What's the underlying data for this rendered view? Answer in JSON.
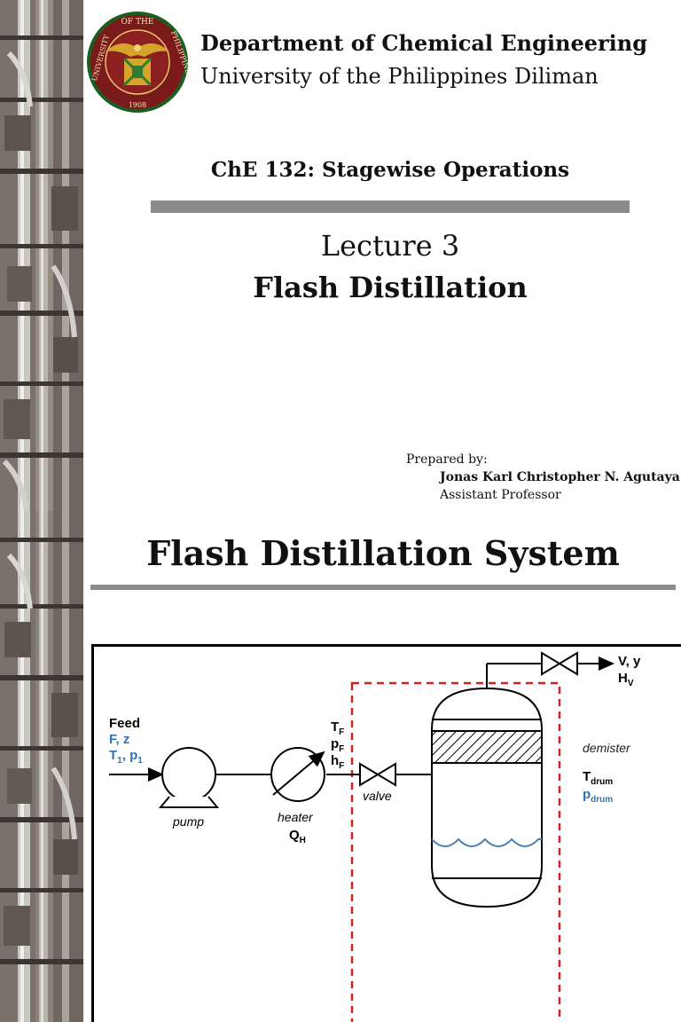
{
  "title_slide": {
    "seal_text_top": "OF THE",
    "seal_text_left": "UNIVERSITY",
    "seal_text_right": "PHILIPPINES",
    "seal_year": "1908",
    "department": "Department of Chemical Engineering",
    "university": "University of the Philippines Diliman",
    "course": "ChE 132: Stagewise Operations",
    "lecture_number": "Lecture 3",
    "lecture_title": "Flash Distillation",
    "prepared_label": "Prepared by:",
    "author": "Jonas Karl Christopher N. Agutaya",
    "author_title": "Assistant Professor"
  },
  "system_slide": {
    "title": "Flash Distillation System",
    "diagram": {
      "feed_label": "Feed",
      "feed_vars1": "F, z",
      "feed_vars2_main": "T",
      "feed_vars2_sub1": "1",
      "feed_vars2_mid": ", p",
      "feed_vars2_sub2": "1",
      "pump_label": "pump",
      "heater_label": "heater",
      "heater_duty": "Q",
      "heater_duty_sub": "H",
      "tf": "T",
      "tf_sub": "F",
      "pf": "p",
      "pf_sub": "F",
      "hf": "h",
      "hf_sub": "F",
      "valve_label": "valve",
      "vapor_label": "V, y",
      "vapor_enthalpy": "H",
      "vapor_enthalpy_sub": "V",
      "demister_label": "demister",
      "tdrum": "T",
      "tdrum_sub": "drum",
      "pdrum": "p",
      "pdrum_sub": "drum"
    }
  },
  "colors": {
    "blue_text": "#2e74b5",
    "dashed_border": "#cc2222",
    "seal_green": "#1b5e20",
    "seal_maroon": "#7b1a1a",
    "gray_bar": "#8c8c8c",
    "liquid_wave": "#4a7fb0"
  }
}
